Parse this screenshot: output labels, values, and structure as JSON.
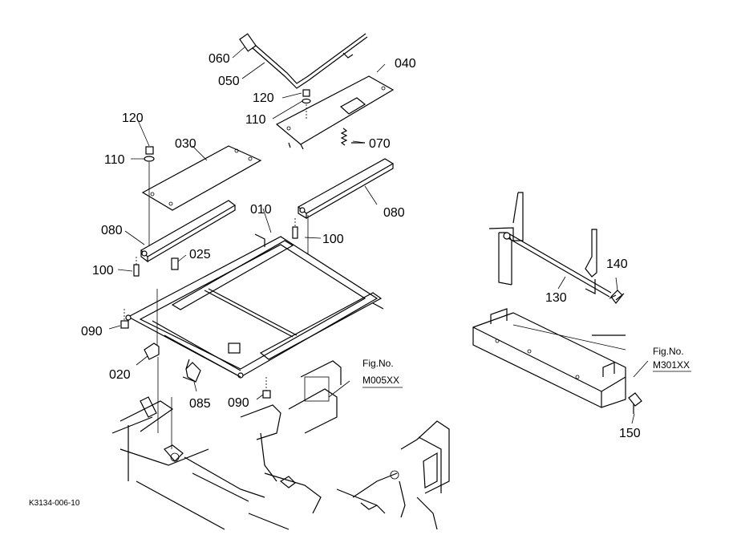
{
  "diagram": {
    "part_labels": {
      "p060": "060",
      "p050": "050",
      "p040": "040",
      "p120a": "120",
      "p110a": "110",
      "p120b": "120",
      "p110b": "110",
      "p030": "030",
      "p070": "070",
      "p080a": "080",
      "p010": "010",
      "p080b": "080",
      "p100a": "100",
      "p100b": "100",
      "p025": "025",
      "p090a": "090",
      "p020": "020",
      "p085": "085",
      "p090b": "090",
      "p130": "130",
      "p140": "140",
      "p150": "150"
    },
    "references": {
      "ref_a_title": "Fig.No.",
      "ref_a_code": "M005XX",
      "ref_b_title": "Fig.No.",
      "ref_b_code": "M301XX"
    },
    "drawing_code": "K3134-006-10"
  }
}
